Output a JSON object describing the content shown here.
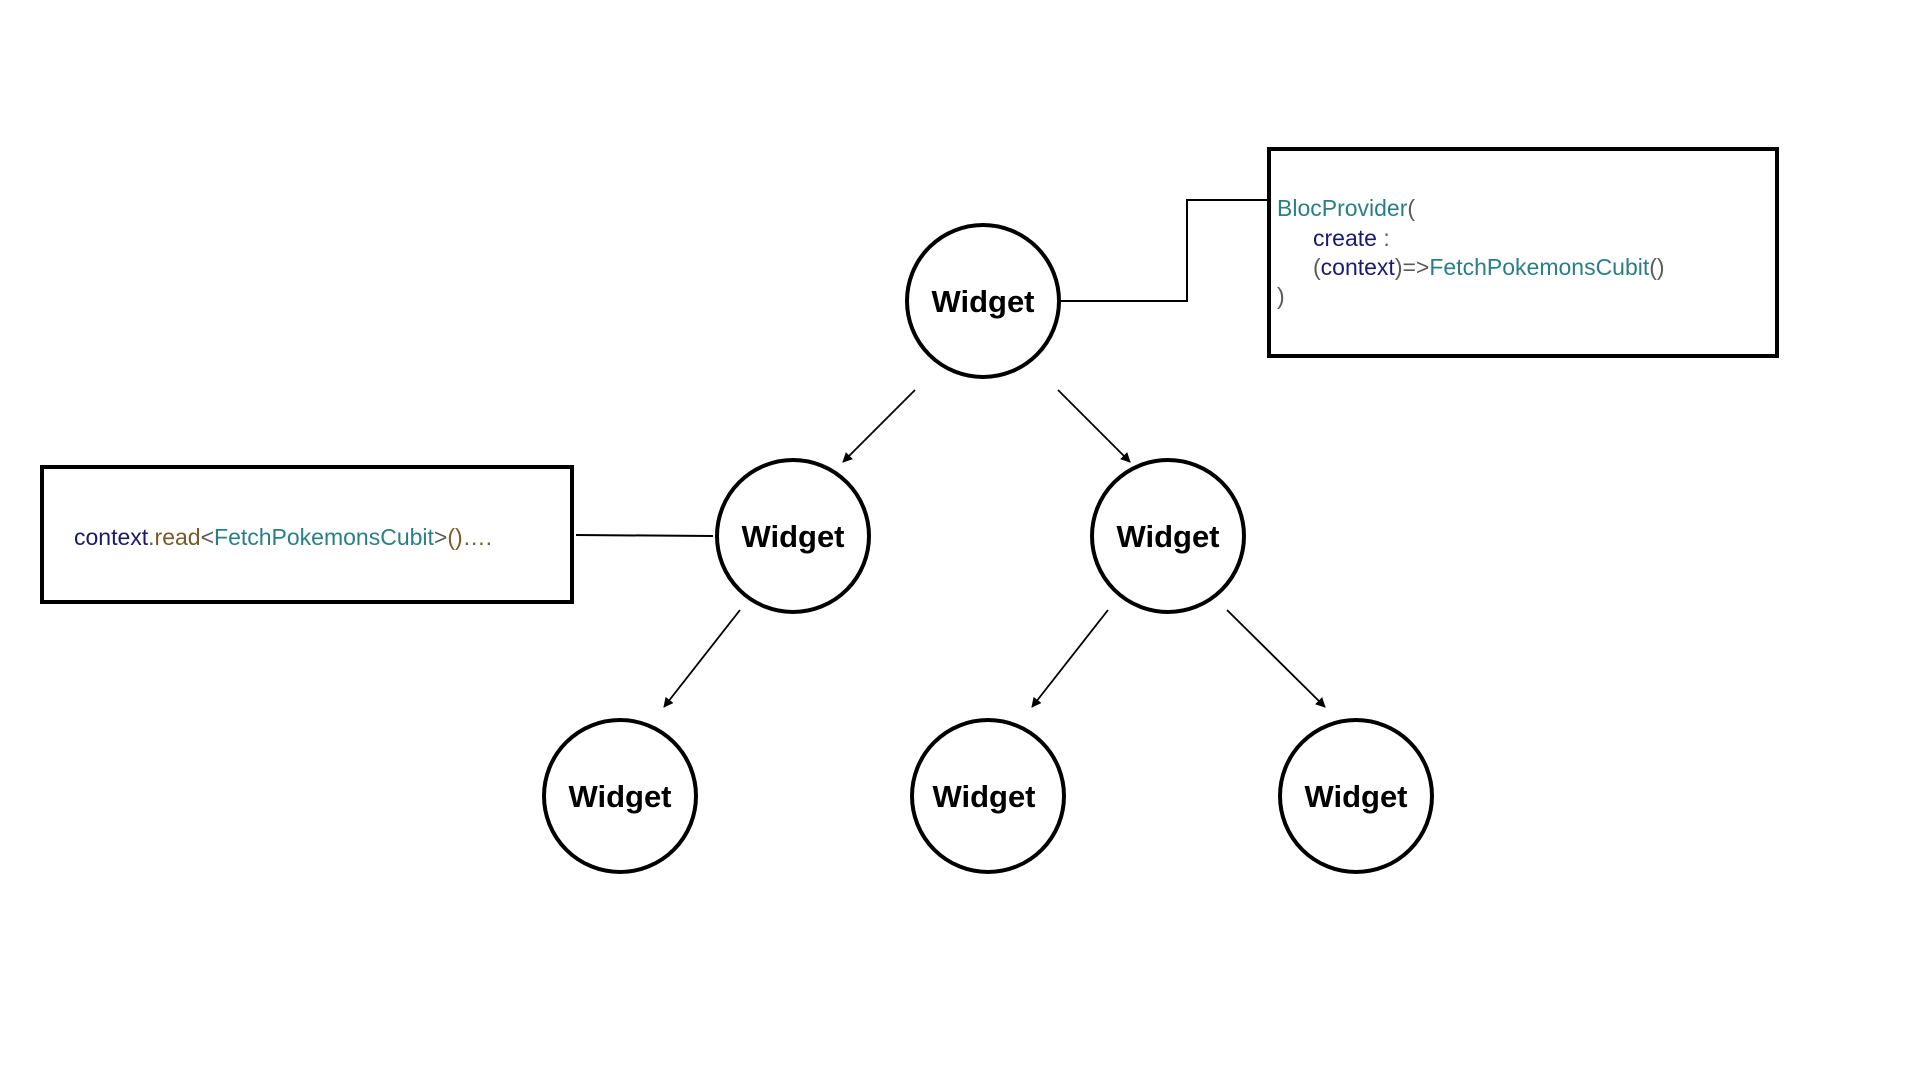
{
  "nodes": {
    "root": {
      "label": "Widget"
    },
    "left": {
      "label": "Widget"
    },
    "right": {
      "label": "Widget"
    },
    "left_child": {
      "label": "Widget"
    },
    "right_child_1": {
      "label": "Widget"
    },
    "right_child_2": {
      "label": "Widget"
    }
  },
  "provider_box": {
    "line1": {
      "class_name": "BlocProvider",
      "paren": "("
    },
    "line2": {
      "param": "create",
      "colon": " :"
    },
    "line3": {
      "open_paren": "(",
      "arg": "context",
      "close_paren": ")",
      "arrow": "=>",
      "call": "FetchPokemonsCubit",
      "call_parens": "()"
    },
    "line4": {
      "paren": ")"
    }
  },
  "read_box": {
    "object": "context",
    "dot": ".",
    "method": "read",
    "lt": "<",
    "type": "FetchPokemonsCubit",
    "gt": ">",
    "rest": "()…."
  },
  "colors": {
    "keyword_navy": "#1a1a6e",
    "class_teal": "#2a7f86",
    "method_brown": "#7a5a26",
    "punct_gray": "#5a5a5a"
  }
}
